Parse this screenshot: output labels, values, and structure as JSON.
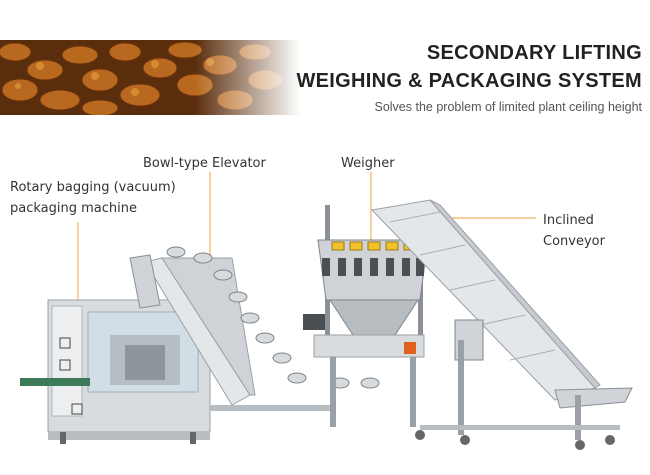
{
  "header": {
    "title_line1": "SECONDARY LIFTING",
    "title_line2": "WEIGHING & PACKAGING SYSTEM",
    "subtitle": "Solves the problem of limited plant ceiling height"
  },
  "callouts": {
    "rotary_line1": "Rotary bagging (vacuum)",
    "rotary_line2": "packaging machine",
    "bowl_elevator": "Bowl-type Elevator",
    "weigher": "Weigher",
    "inclined_line1": "Inclined",
    "inclined_line2": "Conveyor"
  },
  "colors": {
    "accent_leader": "#f0a040",
    "steel": "#c8ccd0",
    "steel_dark": "#8a9096",
    "food": "#8a4a14",
    "hopper_yellow": "#f2c12e"
  }
}
